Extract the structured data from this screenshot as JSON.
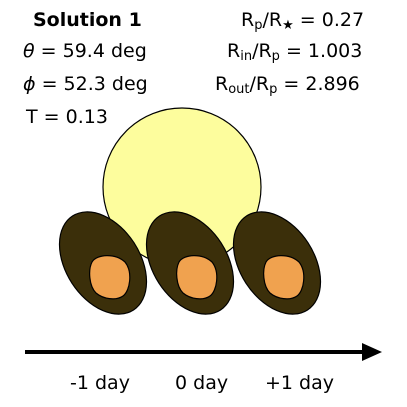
{
  "title": "Solution 1",
  "params_left": {
    "theta_symbol": "θ",
    "theta_value": " = 59.4 deg",
    "phi_symbol": "ϕ",
    "phi_value": " = 52.3 deg",
    "T": "T = 0.13"
  },
  "params_right": {
    "rp_rstar": {
      "a": "R",
      "a_sub": "p",
      "b": "/R",
      "b_sub": "★",
      "value": " = 0.27"
    },
    "rin_rp": {
      "a": "R",
      "a_sub": "in",
      "b": "/R",
      "b_sub": "p",
      "value": " = 1.003"
    },
    "rout_rp": {
      "a": "R",
      "a_sub": "out",
      "b": "/R",
      "b_sub": "p",
      "value": " = 2.896"
    }
  },
  "time_labels": [
    "-1 day",
    "0 day",
    "+1 day"
  ],
  "colors": {
    "star": "#fdfd9d",
    "ring": "#3b2f0a",
    "planet": "#f0a24f",
    "outline": "#000000"
  }
}
